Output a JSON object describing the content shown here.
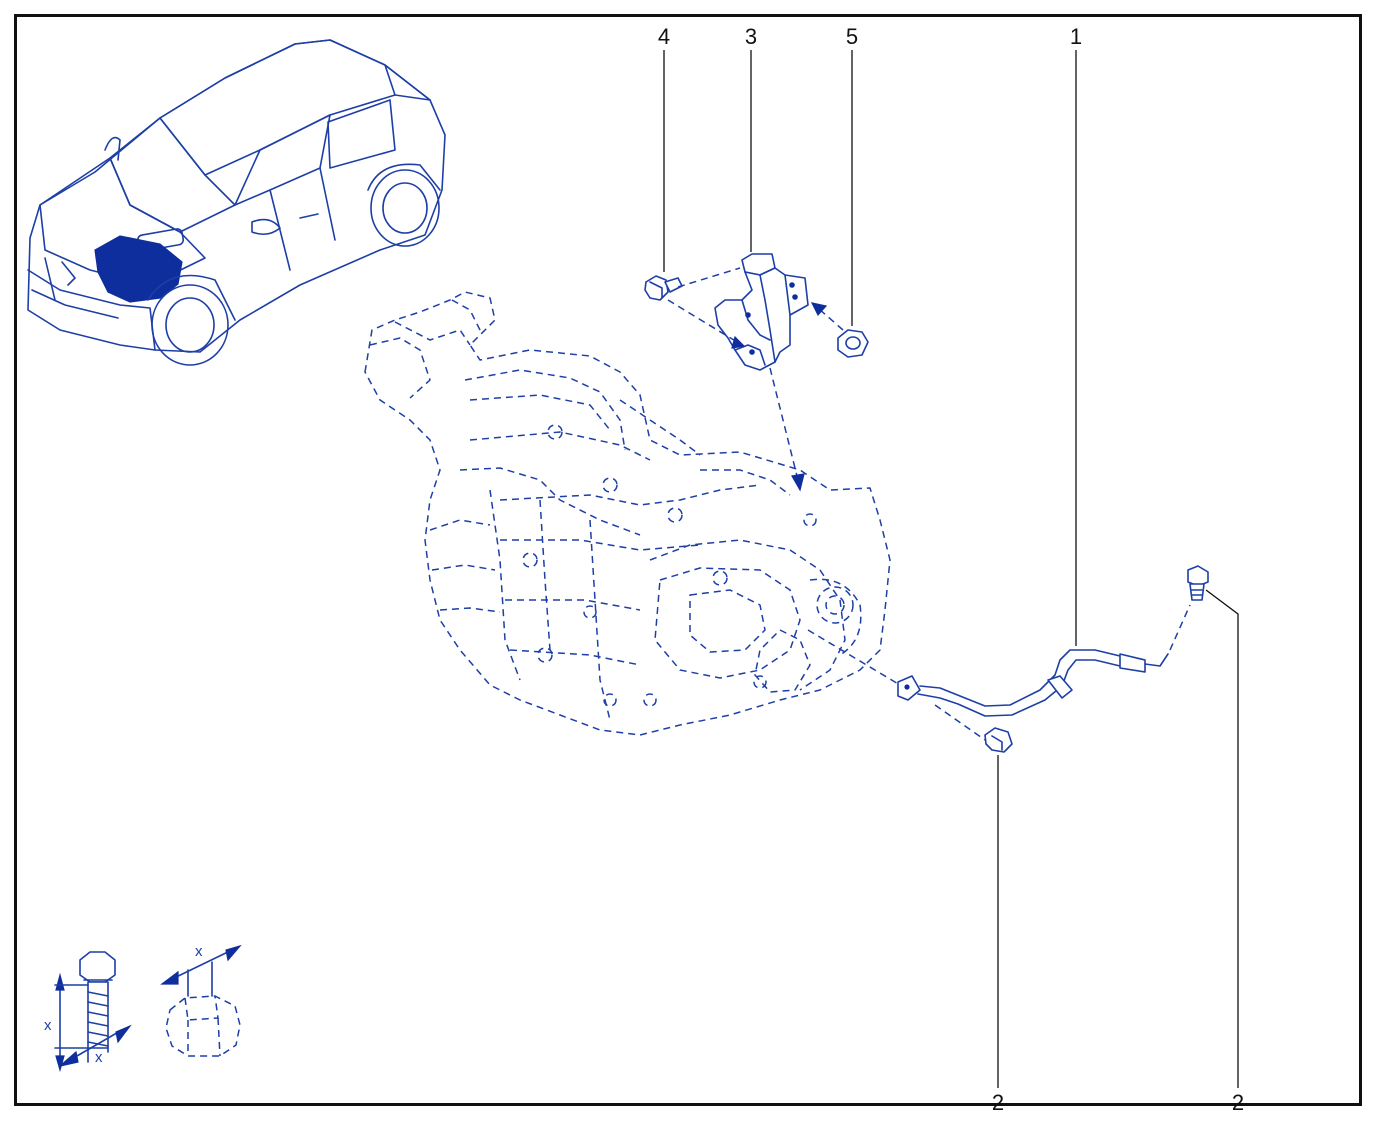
{
  "colors": {
    "line": "#1d3fa6",
    "fill_highlight": "#0f2e9e",
    "frame": "#111111",
    "leader": "#111111"
  },
  "callouts": [
    {
      "label": "4",
      "part": "bolt"
    },
    {
      "label": "3",
      "part": "bracket"
    },
    {
      "label": "5",
      "part": "nut"
    },
    {
      "label": "1",
      "part": "ground-strap-cable"
    },
    {
      "label": "2",
      "part": "cable-bolt-lower"
    },
    {
      "label": "2",
      "part": "cable-bolt-upper"
    }
  ],
  "legend": {
    "bolt_dimension": "x",
    "bolt_length": "x",
    "nut_dimension": "x"
  }
}
